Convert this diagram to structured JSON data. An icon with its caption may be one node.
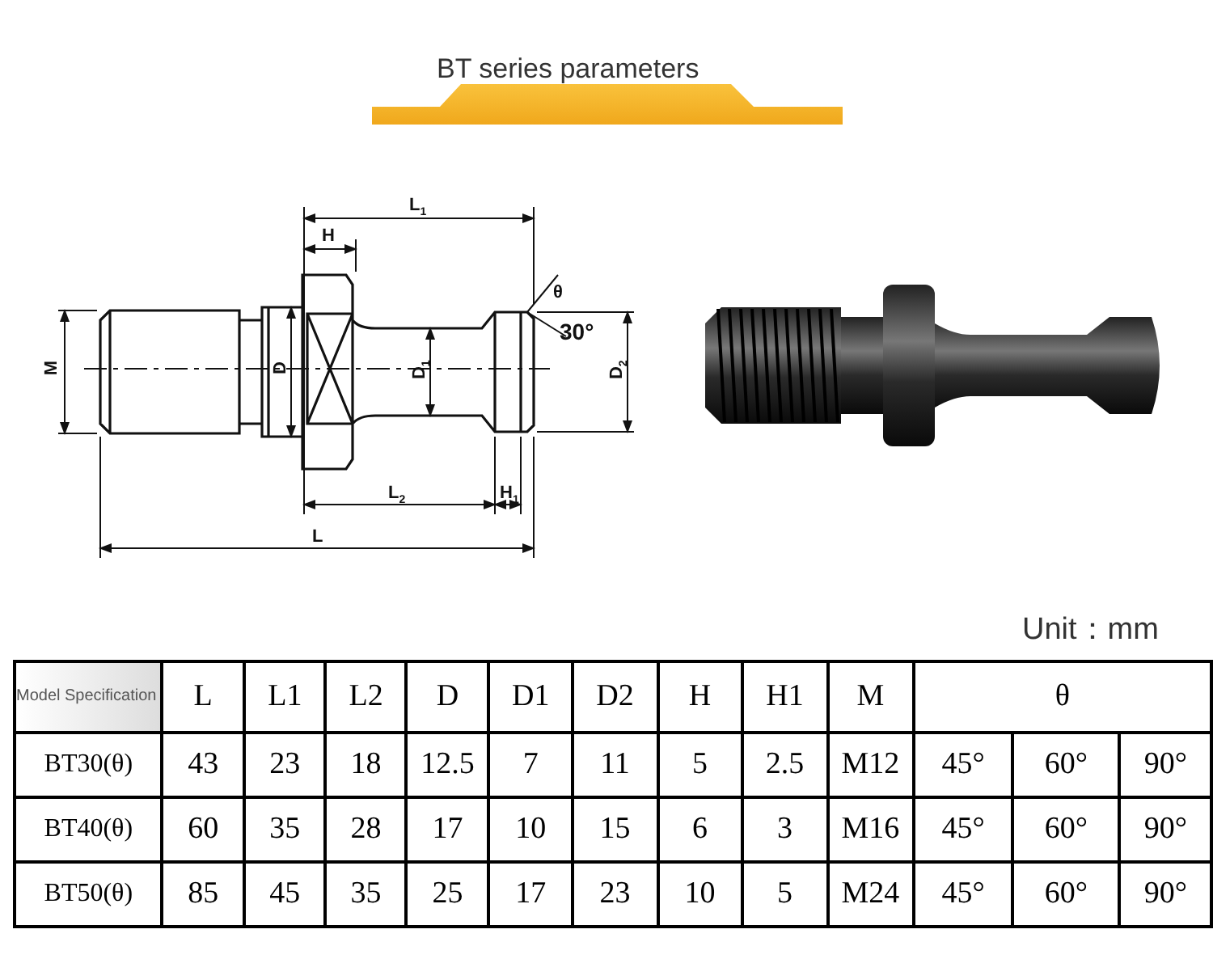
{
  "diagram": {
    "title": "BT series parameters",
    "labels": [
      "L$_{1}$",
      "H",
      "θ",
      "30°",
      "M",
      "D",
      "D$_{1}$",
      "D$_{2}$",
      "L$_{2}$",
      "H$_{1}$",
      "L",
      "Unit：mm",
      "Model Specification",
      "L",
      "L1",
      "L2",
      "D",
      "D1",
      "D2",
      "H",
      "H1",
      "M",
      "θ",
      "BT30(θ)",
      "43",
      "23",
      "18",
      "12.5",
      "7",
      "11",
      "5",
      "2.5",
      "M12",
      "45°",
      "60°",
      "90°",
      "BT40(θ)",
      "60",
      "35",
      "28",
      "17",
      "10",
      "15",
      "6",
      "3",
      "M16",
      "45°",
      "60°",
      "90°",
      "BT50(θ)",
      "85",
      "45",
      "35",
      "25",
      "17",
      "23",
      "10",
      "5",
      "M24",
      "45°",
      "60°",
      "90°"
    ]
  }
}
